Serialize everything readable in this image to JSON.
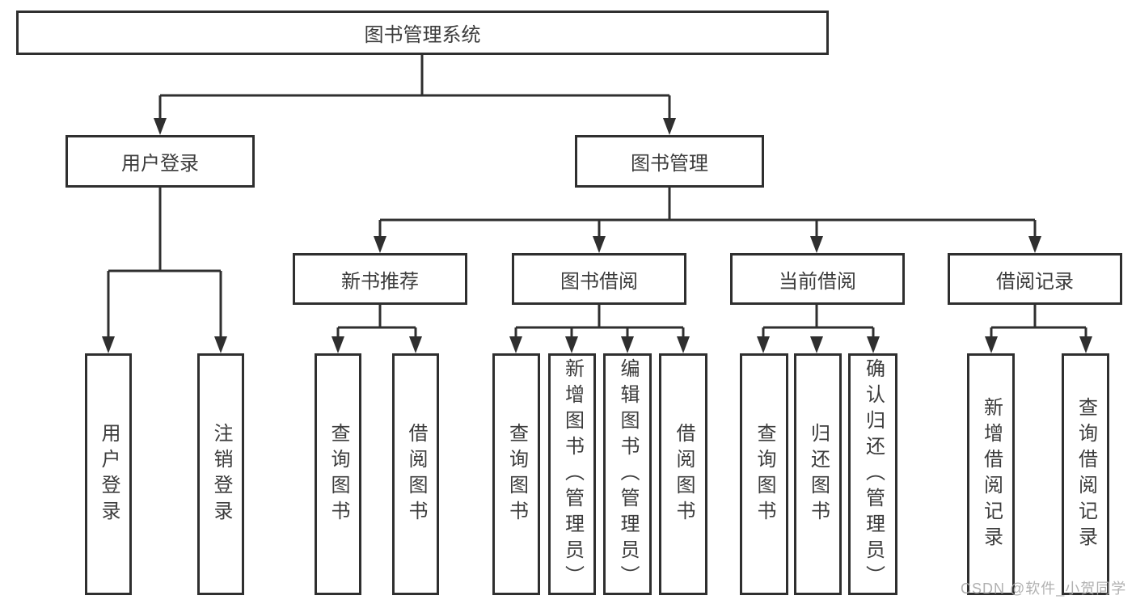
{
  "colors": {
    "stroke": "#2f2f2f",
    "text": "#3c3c3c",
    "background": "#ffffff",
    "watermark": "#a8a8a8"
  },
  "root": {
    "label": "图书管理系统"
  },
  "branches": {
    "user_login": {
      "label": "用户登录",
      "children": [
        "用户登录",
        "注销登录"
      ]
    },
    "book_management": {
      "label": "图书管理",
      "sections": [
        {
          "label": "新书推荐",
          "children": [
            "查询图书",
            "借阅图书"
          ]
        },
        {
          "label": "图书借阅",
          "children": [
            "查询图书",
            "新增图书（管理员）",
            "编辑图书（管理员）",
            "借阅图书"
          ]
        },
        {
          "label": "当前借阅",
          "children": [
            "查询图书",
            "归还图书",
            "确认归还（管理员）"
          ]
        },
        {
          "label": "借阅记录",
          "children": [
            "新增借阅记录",
            "查询借阅记录"
          ]
        }
      ]
    }
  },
  "watermark": "CSDN @软件_小贺同学"
}
